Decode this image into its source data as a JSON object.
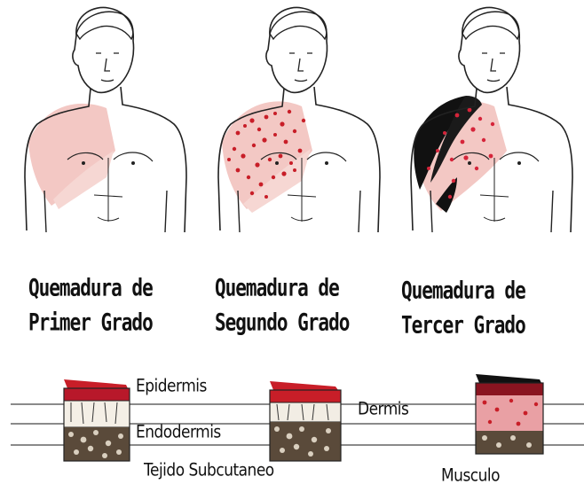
{
  "figures": [
    {
      "caption_line1": "Quemadura de",
      "caption_line2": "Primer Grado"
    },
    {
      "caption_line1": "Quemadura de",
      "caption_line2": "Segundo Grado"
    },
    {
      "caption_line1": "Quemadura de",
      "caption_line2": "Tercer Grado"
    }
  ],
  "layers": {
    "epidermis": "Epidermis",
    "endodermis": "Endodermis",
    "tejido": "Tejido Subcutaneo",
    "dermis": "Dermis",
    "musculo": "Musculo"
  },
  "colors": {
    "first_degree": "#f3c8c4",
    "second_degree": "#c81e28",
    "third_degree": "#111111",
    "burn_red": "#d6243a",
    "outline": "#222222"
  }
}
